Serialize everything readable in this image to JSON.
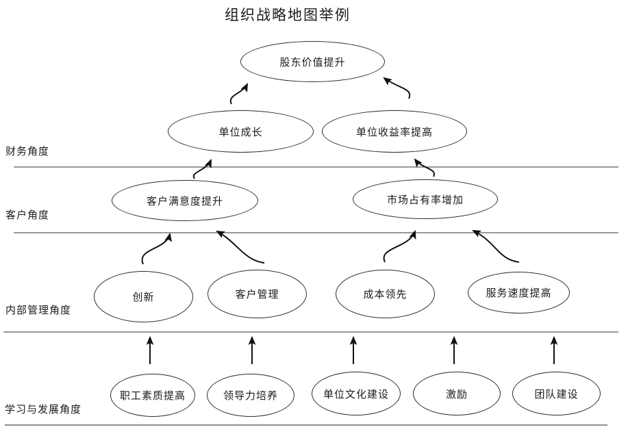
{
  "title": "组织战略地图举例",
  "perspectives": [
    {
      "id": "financial",
      "label": "财务角度"
    },
    {
      "id": "customer",
      "label": "客户角度"
    },
    {
      "id": "internal-management",
      "label": "内部管理角度"
    },
    {
      "id": "learning-growth",
      "label": "学习与发展角度"
    }
  ],
  "nodes": [
    {
      "id": "shareholder-value",
      "label": "股东价值提升"
    },
    {
      "id": "unit-growth",
      "label": "单位成长"
    },
    {
      "id": "unit-profit-rate",
      "label": "单位收益率提高"
    },
    {
      "id": "customer-satisfaction",
      "label": "客户满意度提升"
    },
    {
      "id": "market-share",
      "label": "市场占有率增加"
    },
    {
      "id": "innovation",
      "label": "创新"
    },
    {
      "id": "customer-management",
      "label": "客户管理"
    },
    {
      "id": "cost-leadership",
      "label": "成本领先"
    },
    {
      "id": "service-speed",
      "label": "服务速度提高"
    },
    {
      "id": "employee-quality",
      "label": "职工素质提高"
    },
    {
      "id": "leadership-training",
      "label": "领导力培养"
    },
    {
      "id": "culture-building",
      "label": "单位文化建设"
    },
    {
      "id": "motivation",
      "label": "激励"
    },
    {
      "id": "team-building",
      "label": "团队建设"
    }
  ],
  "edges": [
    {
      "from": "unit-growth",
      "to": "shareholder-value",
      "style": "curved"
    },
    {
      "from": "unit-profit-rate",
      "to": "shareholder-value",
      "style": "curved"
    },
    {
      "from": "customer-satisfaction",
      "to": "unit-growth",
      "style": "curved"
    },
    {
      "from": "market-share",
      "to": "unit-profit-rate",
      "style": "curved"
    },
    {
      "from": "innovation",
      "to": "customer-satisfaction",
      "style": "curved"
    },
    {
      "from": "customer-management",
      "to": "customer-satisfaction",
      "style": "curved"
    },
    {
      "from": "cost-leadership",
      "to": "market-share",
      "style": "curved"
    },
    {
      "from": "service-speed",
      "to": "market-share",
      "style": "curved"
    },
    {
      "from": "employee-quality",
      "to": "internal-management-layer",
      "style": "straight"
    },
    {
      "from": "leadership-training",
      "to": "internal-management-layer",
      "style": "straight"
    },
    {
      "from": "culture-building",
      "to": "internal-management-layer",
      "style": "straight"
    },
    {
      "from": "motivation",
      "to": "internal-management-layer",
      "style": "straight"
    },
    {
      "from": "team-building",
      "to": "internal-management-layer",
      "style": "straight"
    }
  ],
  "colors": {
    "background": "#ffffff",
    "node_stroke": "#2b2b2b",
    "arrow": "#111111",
    "separator_line": "#999999",
    "text": "#1a1a1a"
  }
}
